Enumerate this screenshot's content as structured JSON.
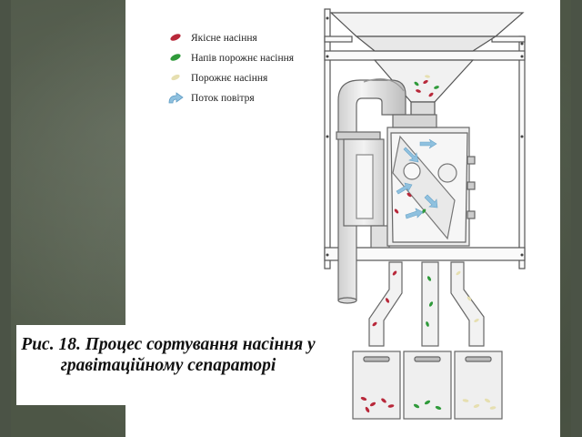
{
  "figure": {
    "legend": [
      {
        "key": "quality",
        "label": "Якісне насіння",
        "icon": "seed-red-icon",
        "color": "#b8283a"
      },
      {
        "key": "half_empty",
        "label": "Напів порожнє насіння",
        "icon": "seed-green-icon",
        "color": "#2f9a3a"
      },
      {
        "key": "empty",
        "label": "Порожнє насіння",
        "icon": "seed-pale-icon",
        "color": "#e6dfb0"
      },
      {
        "key": "air",
        "label": "Поток повітря",
        "icon": "air-arrow-icon",
        "color": "#8fc1df"
      }
    ],
    "caption": "Рис. 18. Процес сортування насіння у гравітаційному сепараторі"
  },
  "colors": {
    "background": "#56604f",
    "panel": "#ffffff",
    "frame_stroke": "#555555",
    "machine_fill": "#e6e6e6",
    "machine_dark": "#bfbfbf"
  }
}
